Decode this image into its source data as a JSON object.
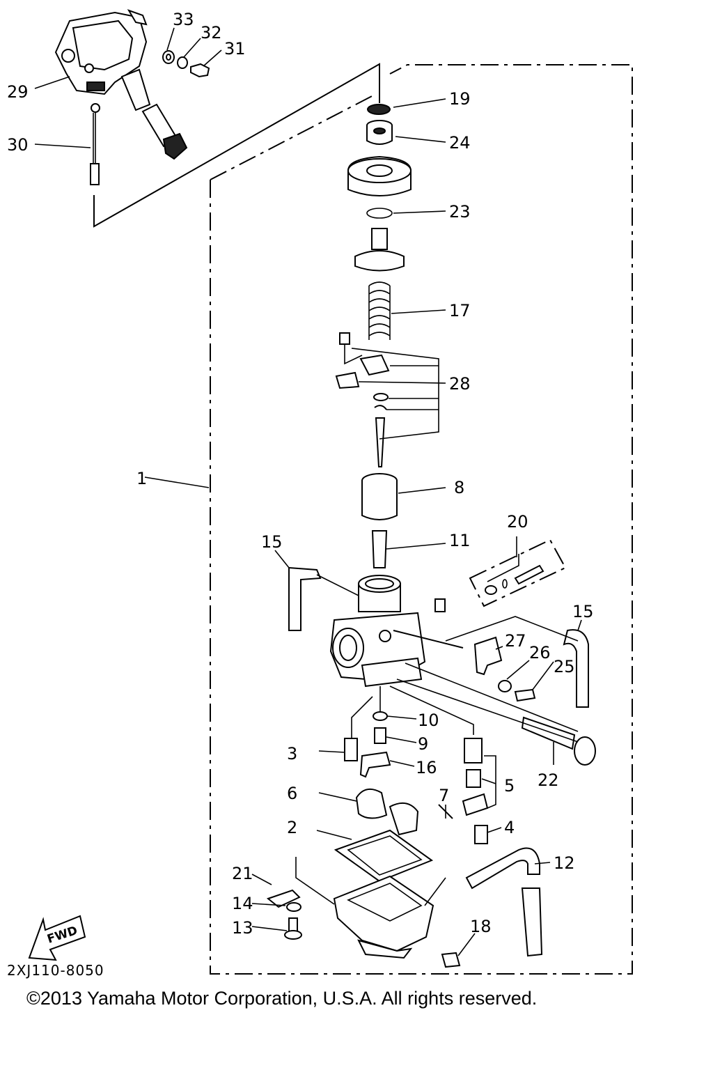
{
  "diagram": {
    "part_number": "2XJ110-8050",
    "fwd_label": "FWD",
    "copyright": "©2013 Yamaha Motor Corporation, U.S.A. All rights reserved.",
    "callouts": {
      "c1": "1",
      "c2": "2",
      "c3": "3",
      "c4": "4",
      "c5": "5",
      "c6": "6",
      "c7": "7",
      "c8": "8",
      "c9": "9",
      "c10": "10",
      "c11": "11",
      "c12": "12",
      "c13": "13",
      "c14": "14",
      "c15a": "15",
      "c15b": "15",
      "c16": "16",
      "c17": "17",
      "c18": "18",
      "c19": "19",
      "c20": "20",
      "c21": "21",
      "c22": "22",
      "c23": "23",
      "c24": "24",
      "c25": "25",
      "c26": "26",
      "c27": "27",
      "c28": "28",
      "c29": "29",
      "c30": "30",
      "c31": "31",
      "c32": "32",
      "c33": "33"
    }
  }
}
